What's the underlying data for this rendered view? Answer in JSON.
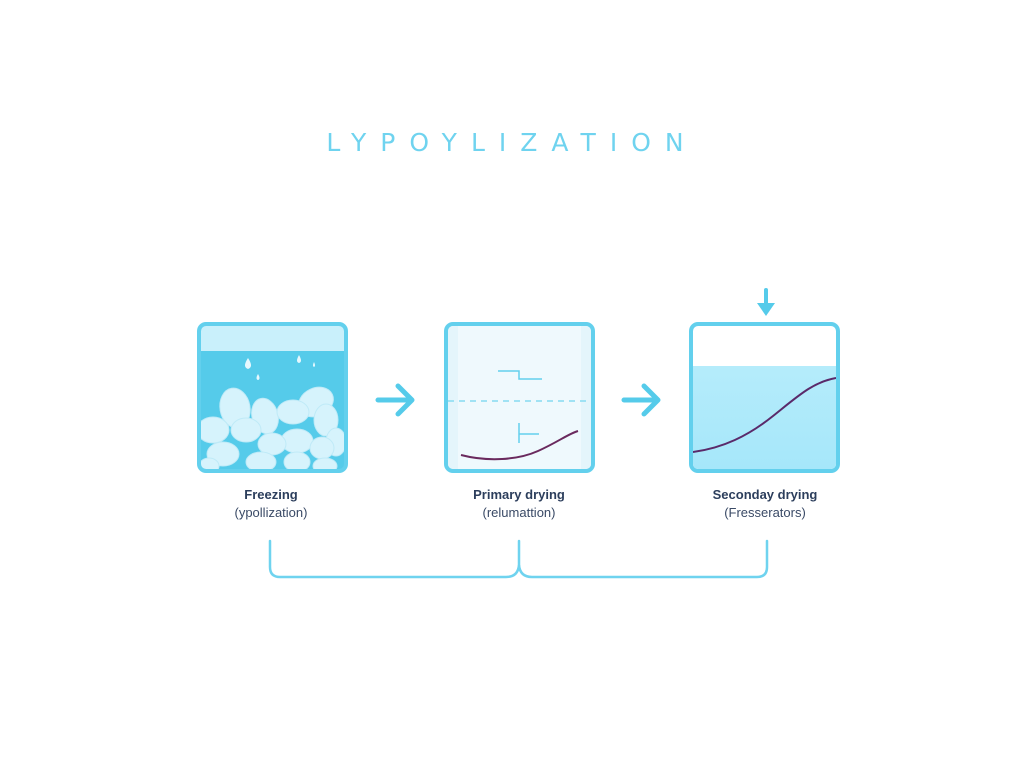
{
  "title": "LYPOYLIZATION",
  "colors": {
    "accent": "#63d0ed",
    "title": "#6fd3ef",
    "liquid": "#55cbea",
    "ice": "#d6f3fc",
    "curve": "#6a2a5e",
    "label_text": "#2c3e5c"
  },
  "stages": [
    {
      "name": "Freezing",
      "sub": "(ypollization)",
      "icon": "ice-crystals-icon"
    },
    {
      "name": "Primary drying",
      "sub": "(relumattion)",
      "icon": "sublimation-chart-icon"
    },
    {
      "name": "Seconday drying",
      "sub": "(Fresserators)",
      "icon": "desorption-curve-icon"
    }
  ],
  "connectors": [
    {
      "icon": "arrow-right-icon",
      "from": "Freezing",
      "to": "Primary drying"
    },
    {
      "icon": "arrow-right-icon",
      "from": "Primary drying",
      "to": "Seconday drying"
    },
    {
      "icon": "arrow-down-icon",
      "target": "Seconday drying"
    }
  ]
}
